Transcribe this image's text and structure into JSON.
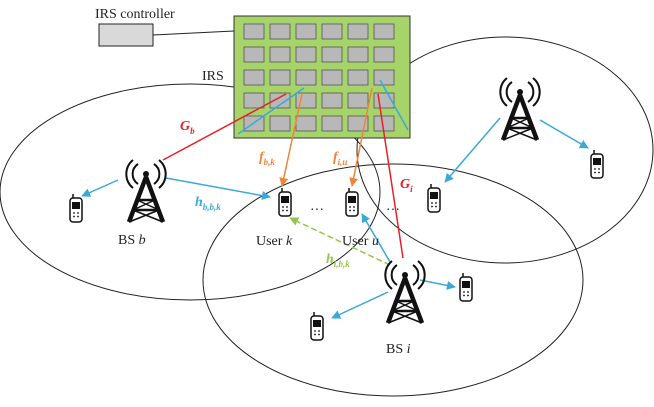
{
  "labels": {
    "irs_controller": "IRS controller",
    "irs": "IRS",
    "bs_b": {
      "prefix": "BS ",
      "var": "b"
    },
    "bs_i": {
      "prefix": "BS ",
      "var": "i"
    },
    "user_k": {
      "prefix": "User ",
      "var": "k"
    },
    "user_u": {
      "prefix": "User ",
      "var": "u"
    },
    "ellipsis_left": "…",
    "ellipsis_right": "…"
  },
  "channels": {
    "G_b": {
      "main": "G",
      "sub": "b"
    },
    "G_i": {
      "main": "G",
      "sub": "i"
    },
    "f_bk": {
      "main": "f",
      "sub": "b,k"
    },
    "f_iu": {
      "main": "f",
      "sub": "i,u"
    },
    "h_bbk": {
      "main": "h",
      "sub": "b,b,k"
    },
    "h_ibk": {
      "main": "h",
      "sub": "i,b,k"
    }
  },
  "colors": {
    "G": "#e8202a",
    "f": "#f08436",
    "h_direct": "#3aa9d9",
    "h_interference": "#92c84a",
    "irs_panel": "#a6d36a",
    "irs_element": "#b8b8b8",
    "controller": "#d9d9d9"
  }
}
